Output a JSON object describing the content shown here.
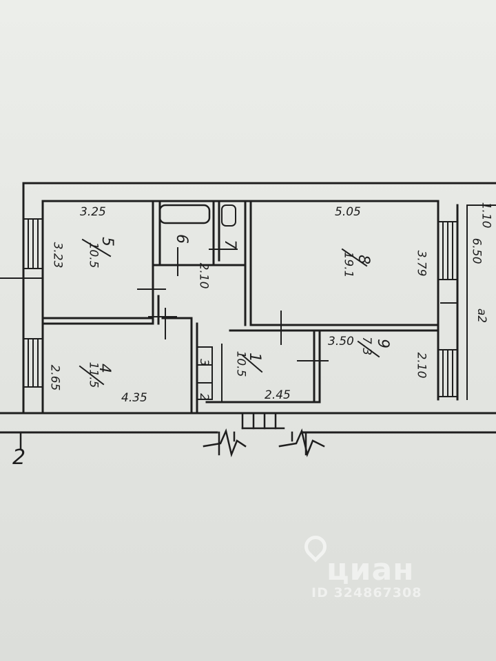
{
  "plan": {
    "rooms": [
      {
        "number": "5",
        "area": "10.5"
      },
      {
        "number": "6",
        "area": ""
      },
      {
        "number": "7",
        "area": ""
      },
      {
        "number": "8",
        "area": "19.1"
      },
      {
        "number": "4",
        "area": "11.5"
      },
      {
        "number": "1",
        "area": "10.5"
      },
      {
        "number": "9",
        "area": "7.3"
      },
      {
        "number": "2",
        "area": ""
      },
      {
        "number": "3",
        "area": ""
      }
    ],
    "dimensions": {
      "room5_width": "3.25",
      "room5_height": "3.23",
      "room8_width": "5.05",
      "room8_height": "3.79",
      "room4_height": "2.65",
      "room4_width": "4.35",
      "corridor_width": "2.45",
      "room9_width": "3.50",
      "room9_height": "2.10",
      "bath_dim": "2.10",
      "balcony_length": "6.50",
      "balcony_width": "1.10",
      "balcony_label": "a2",
      "axis_mark": "2"
    }
  },
  "watermark": {
    "brand": "циан",
    "listing_id": "ID 324867308"
  },
  "colors": {
    "ink": "#1e1e1e",
    "paper": "#e6e7e3",
    "watermark": "#ffffff"
  }
}
